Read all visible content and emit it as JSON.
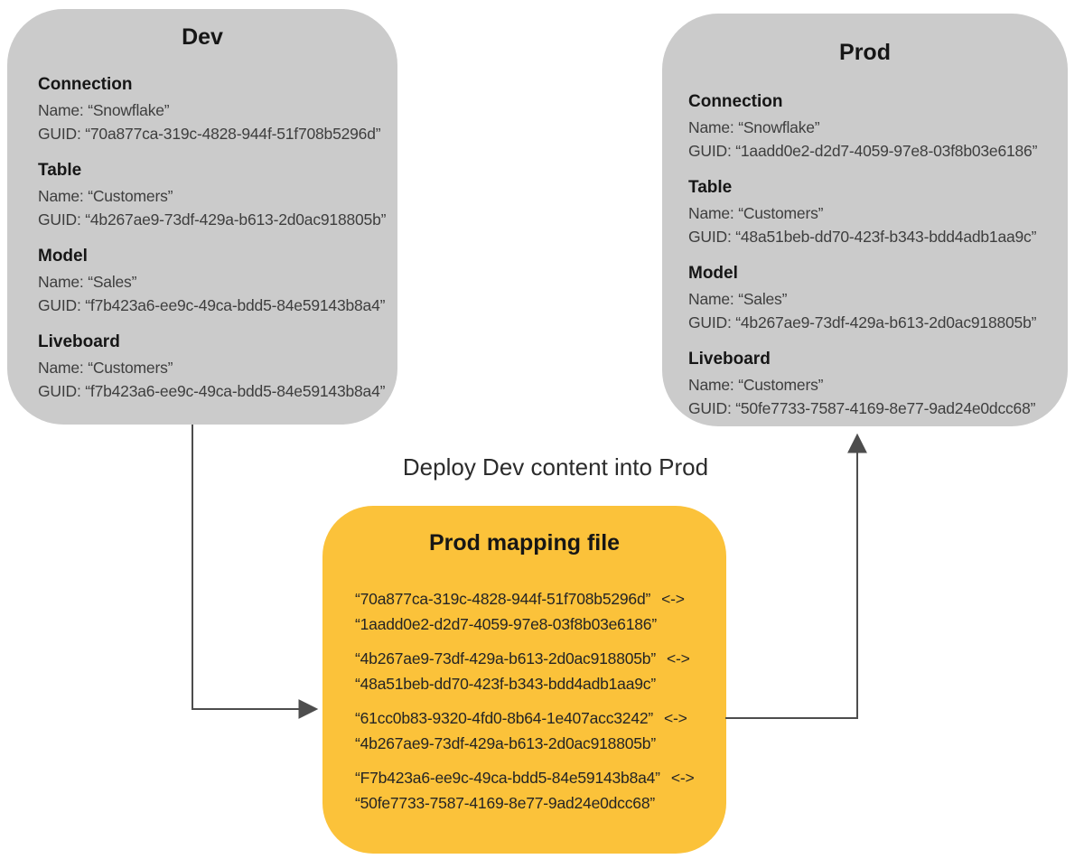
{
  "dev": {
    "title": "Dev",
    "sections": [
      {
        "heading": "Connection",
        "line1": "Name: “Snowflake”",
        "line2": "GUID: “70a877ca-319c-4828-944f-51f708b5296d”"
      },
      {
        "heading": "Table",
        "line1": "Name: “Customers”",
        "line2": "GUID: “4b267ae9-73df-429a-b613-2d0ac918805b”"
      },
      {
        "heading": "Model",
        "line1": "Name: “Sales”",
        "line2": "GUID: “f7b423a6-ee9c-49ca-bdd5-84e59143b8a4”"
      },
      {
        "heading": "Liveboard",
        "line1": "Name: “Customers”",
        "line2": "GUID: “f7b423a6-ee9c-49ca-bdd5-84e59143b8a4”"
      }
    ]
  },
  "prod": {
    "title": "Prod",
    "sections": [
      {
        "heading": "Connection",
        "line1": "Name: “Snowflake”",
        "line2": "GUID: “1aadd0e2-d2d7-4059-97e8-03f8b03e6186”"
      },
      {
        "heading": "Table",
        "line1": "Name: “Customers”",
        "line2": "GUID: “48a51beb-dd70-423f-b343-bdd4adb1aa9c”"
      },
      {
        "heading": "Model",
        "line1": "Name: “Sales”",
        "line2": "GUID: “4b267ae9-73df-429a-b613-2d0ac918805b”"
      },
      {
        "heading": "Liveboard",
        "line1": "Name: “Customers”",
        "line2": "GUID: “50fe7733-7587-4169-8e77-9ad24e0dcc68”"
      }
    ]
  },
  "deploy_label": "Deploy Dev content into Prod",
  "mapping": {
    "title": "Prod mapping file",
    "sep": "<->",
    "pairs": [
      {
        "dev_guid": "“70a877ca-319c-4828-944f-51f708b5296d”",
        "prod_guid": "“1aadd0e2-d2d7-4059-97e8-03f8b03e6186”"
      },
      {
        "dev_guid": "“4b267ae9-73df-429a-b613-2d0ac918805b”",
        "prod_guid": "“48a51beb-dd70-423f-b343-bdd4adb1aa9c”"
      },
      {
        "dev_guid": "“61cc0b83-9320-4fd0-8b64-1e407acc3242”",
        "prod_guid": "“4b267ae9-73df-429a-b613-2d0ac918805b”"
      },
      {
        "dev_guid": "“F7b423a6-ee9c-49ca-bdd5-84e59143b8a4”",
        "prod_guid": "“50fe7733-7587-4169-8e77-9ad24e0dcc68”"
      }
    ]
  },
  "colors": {
    "box_gray": "#CBCBCB",
    "box_yellow": "#FBC23A",
    "arrow": "#4D4D4D"
  }
}
